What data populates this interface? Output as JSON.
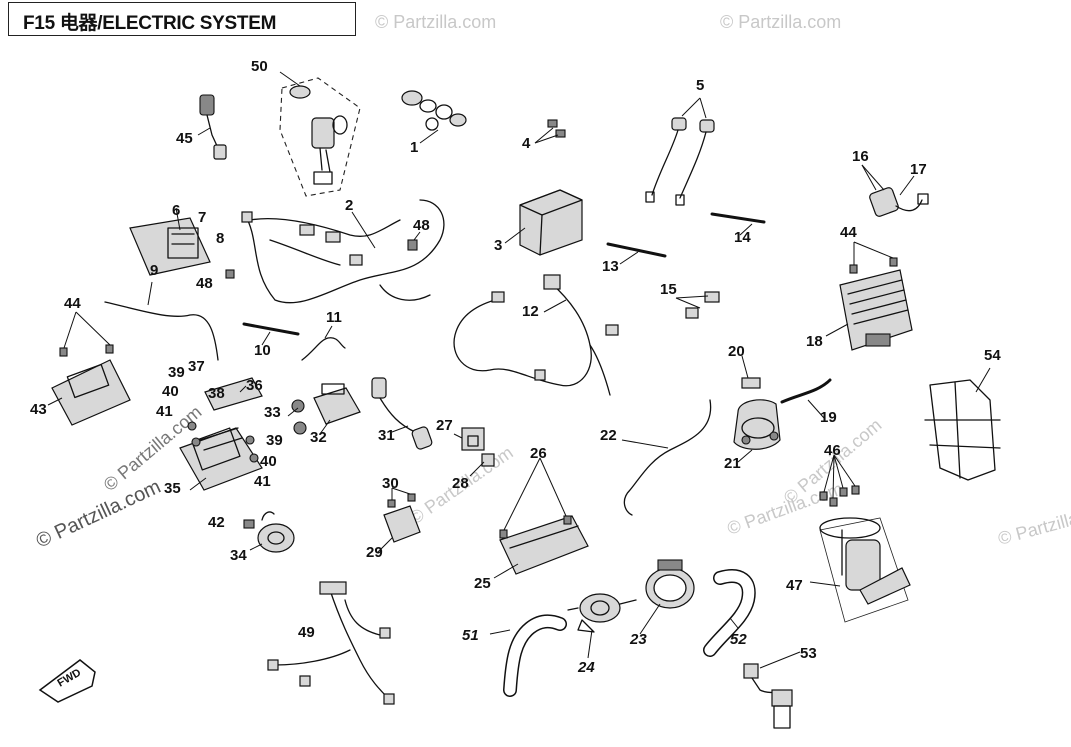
{
  "title": "F15 电器/ELECTRIC SYSTEM",
  "watermark": "© Partzilla.com",
  "forward_label": "FWD",
  "callouts": {
    "c1": "1",
    "c2": "2",
    "c3": "3",
    "c4": "4",
    "c5": "5",
    "c6": "6",
    "c7": "7",
    "c8": "8",
    "c9": "9",
    "c10": "10",
    "c11": "11",
    "c12": "12",
    "c13": "13",
    "c14": "14",
    "c15": "15",
    "c16": "16",
    "c17": "17",
    "c18": "18",
    "c19": "19",
    "c20": "20",
    "c21": "21",
    "c22": "22",
    "c23": "23",
    "c24": "24",
    "c25": "25",
    "c26": "26",
    "c27": "27",
    "c28": "28",
    "c29": "29",
    "c30": "30",
    "c31": "31",
    "c32": "32",
    "c33": "33",
    "c34": "34",
    "c35": "35",
    "c36": "36",
    "c37": "37",
    "c38": "38",
    "c39a": "39",
    "c39b": "39",
    "c40a": "40",
    "c40b": "40",
    "c41a": "41",
    "c41b": "41",
    "c42": "42",
    "c43": "43",
    "c44a": "44",
    "c44b": "44",
    "c45": "45",
    "c46": "46",
    "c47": "47",
    "c48a": "48",
    "c48b": "48",
    "c49": "49",
    "c50": "50",
    "c51": "51",
    "c52": "52",
    "c53": "53",
    "c54": "54"
  }
}
